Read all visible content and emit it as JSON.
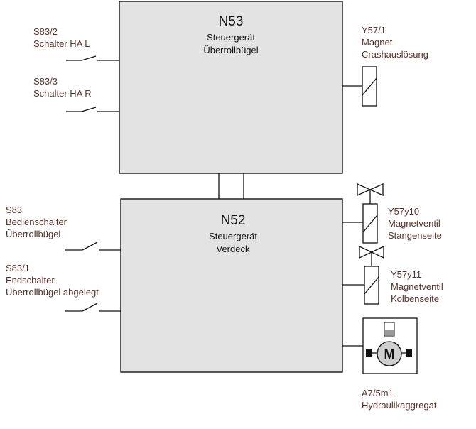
{
  "colors": {
    "label": "#5a3228",
    "box_fill": "#e3e3e3",
    "line": "#111111",
    "motor_fill": "#cfcfcf"
  },
  "n53": {
    "code": "N53",
    "line1": "Steuergerät",
    "line2": "Überrollbügel"
  },
  "n52": {
    "code": "N52",
    "line1": "Steuergerät",
    "line2": "Verdeck"
  },
  "switches": {
    "s83_2": {
      "code": "S83/2",
      "name": "Schalter HA L"
    },
    "s83_3": {
      "code": "S83/3",
      "name": "Schalter HA R"
    },
    "s83": {
      "code": "S83",
      "name1": "Bedienschalter",
      "name2": "Überrollbügel"
    },
    "s83_1": {
      "code": "S83/1",
      "name1": "Endschalter",
      "name2": "Überrollbügel abgelegt"
    }
  },
  "actuators": {
    "y57_1": {
      "code": "Y57/1",
      "name1": "Magnet",
      "name2": "Crashauslösung"
    },
    "y57y10": {
      "code": "Y57y10",
      "name1": "Magnetventil",
      "name2": "Stangenseite"
    },
    "y57y11": {
      "code": "Y57y11",
      "name1": "Magnetventil",
      "name2": "Kolbenseite"
    },
    "a7_5m1": {
      "code": "A7/5m1",
      "name": "Hydraulikaggregat",
      "symbol": "M"
    }
  }
}
